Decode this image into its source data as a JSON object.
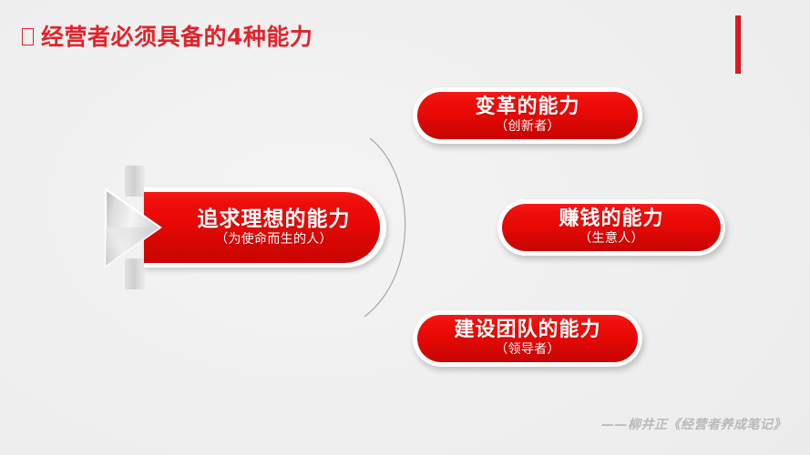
{
  "slide": {
    "background_color": "#f0f0f0",
    "accent_color": "#e60806",
    "title_color": "#e2232a",
    "title_bullet_glyph": "",
    "title": "经营者必须具备的4种能力"
  },
  "decoration": {
    "bar_color": "#e01217",
    "watermark_line_1": "",
    "watermark_line_2": ""
  },
  "main_banner": {
    "title": "追求理想的能力",
    "subtitle": "（为使命而生的人）"
  },
  "capabilities": [
    {
      "title": "变革的能力",
      "subtitle": "（创新者）"
    },
    {
      "title": "赚钱的能力",
      "subtitle": "（生意人）"
    },
    {
      "title": "建设团队的能力",
      "subtitle": "（领导者）"
    }
  ],
  "attribution": {
    "text": "——柳井正《经营者养成笔记》"
  }
}
